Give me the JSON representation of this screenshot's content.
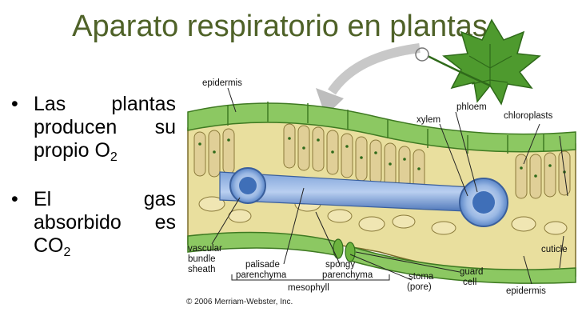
{
  "slide": {
    "title": "Aparato respiratorio en plantas",
    "bullets": [
      {
        "line1_a": "Las",
        "line1_b": "plantas",
        "line2_a": "producen",
        "line2_b": "su",
        "line3": "propio O",
        "line3_sub": "2"
      },
      {
        "line1_a": "El",
        "line1_b": "gas",
        "line2_a": "absorbido",
        "line2_b": "es",
        "line3": "CO",
        "line3_sub": "2"
      }
    ],
    "bullet_symbol": "•"
  },
  "figure": {
    "labels": {
      "epidermis_top": "epidermis",
      "phloem": "phloem",
      "xylem": "xylem",
      "chloroplasts": "chloroplasts",
      "cuticle": "cuticle",
      "vascular_bundle_sheath": [
        "vascular",
        "bundle",
        "sheath"
      ],
      "palisade_parenchyma": [
        "palisade",
        "parenchyma"
      ],
      "spongy_parenchyma": [
        "spongy",
        "parenchyma"
      ],
      "mesophyll": "mesophyll",
      "stoma": [
        "stoma",
        "(pore)"
      ],
      "guard_cell": [
        "guard",
        "cell"
      ],
      "epidermis_bottom": "epidermis"
    },
    "copyright": "© 2006 Merriam-Webster, Inc.",
    "colors": {
      "epidermis_green": "#6db33f",
      "palisade_tan": "#e0cf97",
      "vein_blue": "#5a86c8",
      "leaf_green": "#4e9a2e",
      "arrow_gray": "#bfbfbf"
    }
  }
}
